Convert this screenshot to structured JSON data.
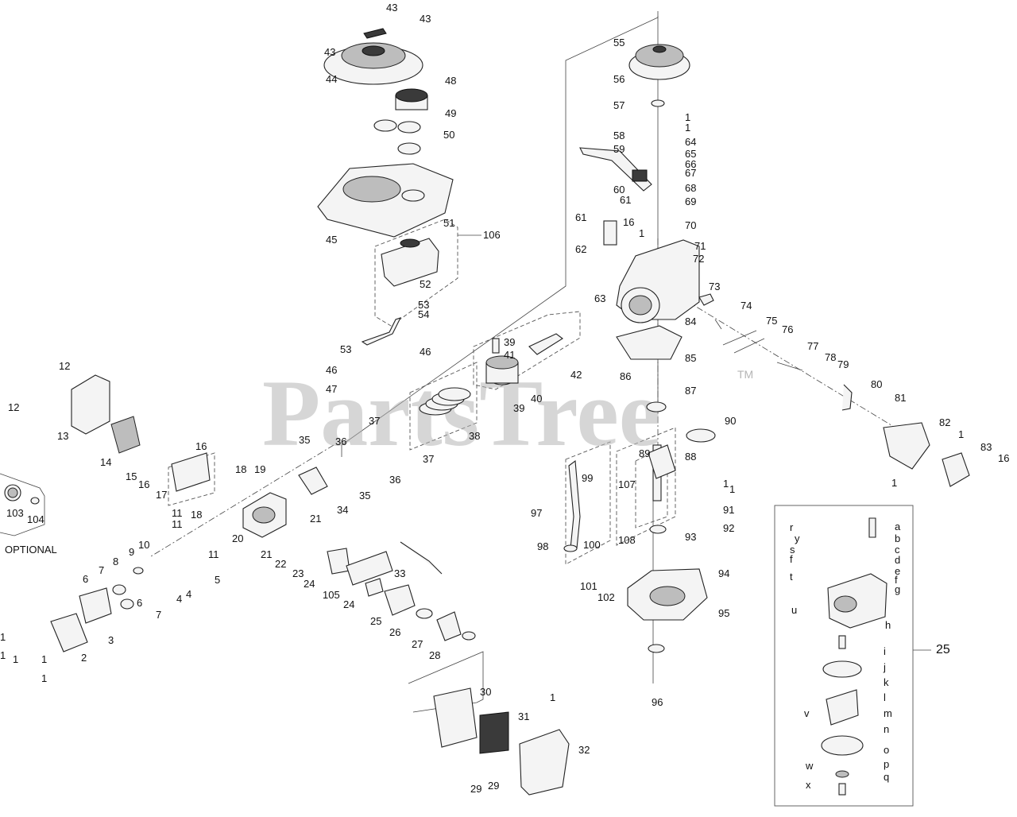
{
  "watermark": {
    "brand": "PartsTree",
    "trademark": "TM"
  },
  "optional_label": "OPTIONAL",
  "carburetor_group_callout": "25",
  "callouts": [
    "43",
    "43",
    "43",
    "44",
    "48",
    "49",
    "50",
    "45",
    "51",
    "52",
    "106",
    "53",
    "54",
    "53",
    "46",
    "46",
    "47",
    "12",
    "12",
    "13",
    "14",
    "15",
    "16",
    "16",
    "17",
    "18",
    "19",
    "35",
    "36",
    "36",
    "37",
    "37",
    "38",
    "39",
    "39",
    "40",
    "41",
    "42",
    "55",
    "56",
    "57",
    "58",
    "59",
    "1",
    "1",
    "64",
    "65",
    "66",
    "67",
    "68",
    "60",
    "61",
    "61",
    "69",
    "16",
    "70",
    "1",
    "71",
    "62",
    "72",
    "63",
    "73",
    "74",
    "75",
    "76",
    "77",
    "78",
    "79",
    "80",
    "81",
    "82",
    "1",
    "83",
    "16",
    "1",
    "84",
    "85",
    "86",
    "87",
    "90",
    "89",
    "88",
    "107",
    "99",
    "97",
    "98",
    "100",
    "1",
    "1",
    "91",
    "92",
    "93",
    "108",
    "94",
    "101",
    "102",
    "95",
    "96",
    "34",
    "35",
    "11",
    "18",
    "20",
    "11",
    "21",
    "21",
    "22",
    "23",
    "24",
    "105",
    "24",
    "33",
    "25",
    "26",
    "27",
    "28",
    "9",
    "10",
    "8",
    "11",
    "7",
    "5",
    "4",
    "4",
    "6",
    "7",
    "6",
    "3",
    "2",
    "1",
    "1",
    "1",
    "1",
    "1",
    "30",
    "1",
    "31",
    "32",
    "29",
    "29",
    "103",
    "104"
  ],
  "carb_letters": [
    "a",
    "b",
    "c",
    "d",
    "e",
    "f",
    "g",
    "h",
    "i",
    "j",
    "k",
    "l",
    "m",
    "n",
    "o",
    "p",
    "q",
    "r",
    "s",
    "t",
    "u",
    "v",
    "w",
    "x",
    "y",
    "f"
  ]
}
